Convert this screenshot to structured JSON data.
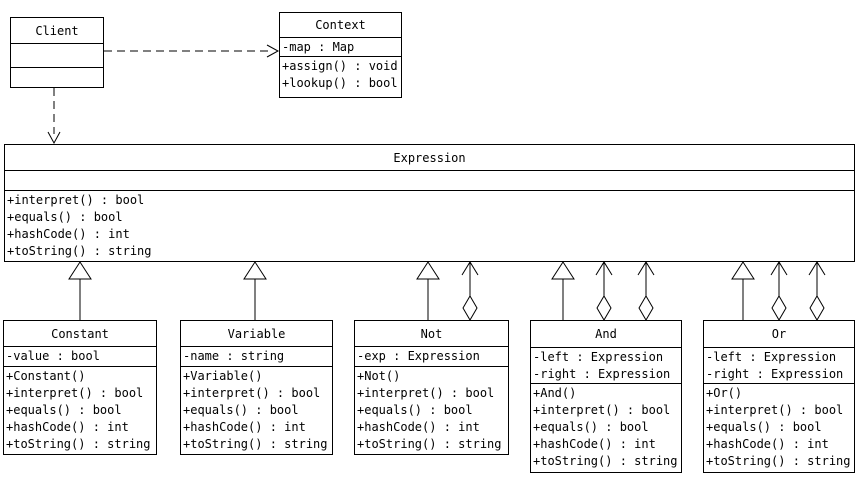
{
  "diagram": {
    "background_color": "#ffffff",
    "line_color": "#000000",
    "pattern": "Interpreter"
  },
  "classes": {
    "client": {
      "title": "Client",
      "attributes": [],
      "methods": []
    },
    "context": {
      "title": "Context",
      "attributes": [
        "-map : Map"
      ],
      "methods": [
        "+assign() : void",
        "+lookup() : bool"
      ]
    },
    "expression": {
      "title": "Expression",
      "attributes": [],
      "methods": [
        "+interpret() : bool",
        "+equals() : bool",
        "+hashCode() : int",
        "+toString() : string"
      ]
    },
    "constant": {
      "title": "Constant",
      "attributes": [
        "-value : bool"
      ],
      "methods": [
        "+Constant()",
        "+interpret() : bool",
        "+equals() : bool",
        "+hashCode() : int",
        "+toString() : string"
      ]
    },
    "variable": {
      "title": "Variable",
      "attributes": [
        "-name : string"
      ],
      "methods": [
        "+Variable()",
        "+interpret() : bool",
        "+equals() : bool",
        "+hashCode() : int",
        "+toString() : string"
      ]
    },
    "not": {
      "title": "Not",
      "attributes": [
        "-exp : Expression"
      ],
      "methods": [
        "+Not()",
        "+interpret() : bool",
        "+equals() : bool",
        "+hashCode() : int",
        "+toString() : string"
      ]
    },
    "and": {
      "title": "And",
      "attributes": [
        "-left : Expression",
        "-right : Expression"
      ],
      "methods": [
        "+And()",
        "+interpret() : bool",
        "+equals() : bool",
        "+hashCode() : int",
        "+toString() : string"
      ]
    },
    "or": {
      "title": "Or",
      "attributes": [
        "-left : Expression",
        "-right : Expression"
      ],
      "methods": [
        "+Or()",
        "+interpret() : bool",
        "+equals() : bool",
        "+hashCode() : int",
        "+toString() : string"
      ]
    }
  },
  "relationships": [
    {
      "from": "Client",
      "to": "Context",
      "type": "dependency",
      "line": "dashed",
      "head": "open-arrow"
    },
    {
      "from": "Client",
      "to": "Expression",
      "type": "dependency",
      "line": "dashed",
      "head": "open-arrow"
    },
    {
      "from": "Constant",
      "to": "Expression",
      "type": "generalization",
      "line": "solid",
      "head": "hollow-triangle"
    },
    {
      "from": "Variable",
      "to": "Expression",
      "type": "generalization",
      "line": "solid",
      "head": "hollow-triangle"
    },
    {
      "from": "Not",
      "to": "Expression",
      "type": "generalization",
      "line": "solid",
      "head": "hollow-triangle"
    },
    {
      "from": "And",
      "to": "Expression",
      "type": "generalization",
      "line": "solid",
      "head": "hollow-triangle"
    },
    {
      "from": "Or",
      "to": "Expression",
      "type": "generalization",
      "line": "solid",
      "head": "hollow-triangle"
    },
    {
      "from": "Not",
      "to": "Expression",
      "type": "aggregation",
      "line": "solid",
      "head": "open-arrow",
      "tail": "hollow-diamond"
    },
    {
      "from": "And",
      "to": "Expression",
      "type": "aggregation",
      "line": "solid",
      "head": "open-arrow",
      "tail": "hollow-diamond"
    },
    {
      "from": "And",
      "to": "Expression",
      "type": "aggregation",
      "line": "solid",
      "head": "open-arrow",
      "tail": "hollow-diamond"
    },
    {
      "from": "Or",
      "to": "Expression",
      "type": "aggregation",
      "line": "solid",
      "head": "open-arrow",
      "tail": "hollow-diamond"
    },
    {
      "from": "Or",
      "to": "Expression",
      "type": "aggregation",
      "line": "solid",
      "head": "open-arrow",
      "tail": "hollow-diamond"
    }
  ]
}
